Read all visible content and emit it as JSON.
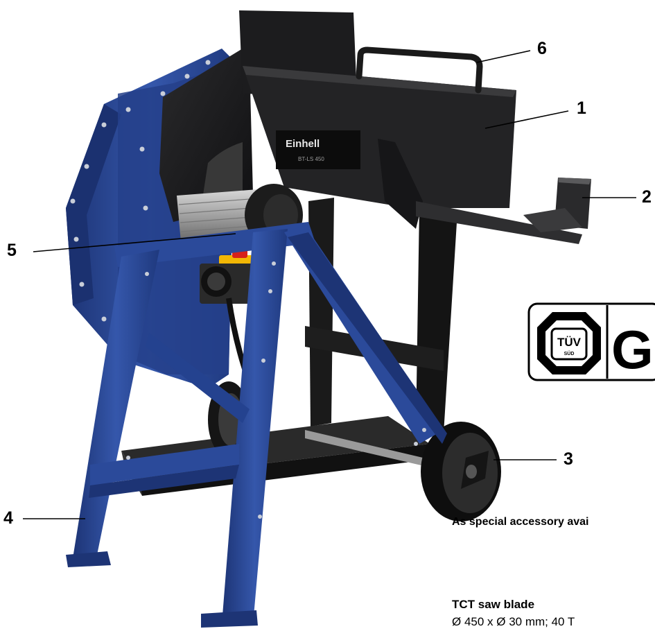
{
  "callouts": [
    "1",
    "2",
    "3",
    "4",
    "5",
    "6"
  ],
  "brand_label": "Einhell",
  "model_label": "BT-LS 450",
  "cert": {
    "tuv_text": "TÜV",
    "tuv_sub": "SÜD",
    "gs_text": "G"
  },
  "accessory": {
    "heading": "As special accessory avai",
    "name": "TCT saw blade",
    "spec": "Ø 450 x Ø 30 mm; 40 T"
  },
  "colors": {
    "frame_blue": "#2b4a9a",
    "frame_blue_dark": "#1d3475",
    "body_black": "#1f1f21",
    "switch_yellow": "#f2b705",
    "switch_red": "#d6201b"
  }
}
